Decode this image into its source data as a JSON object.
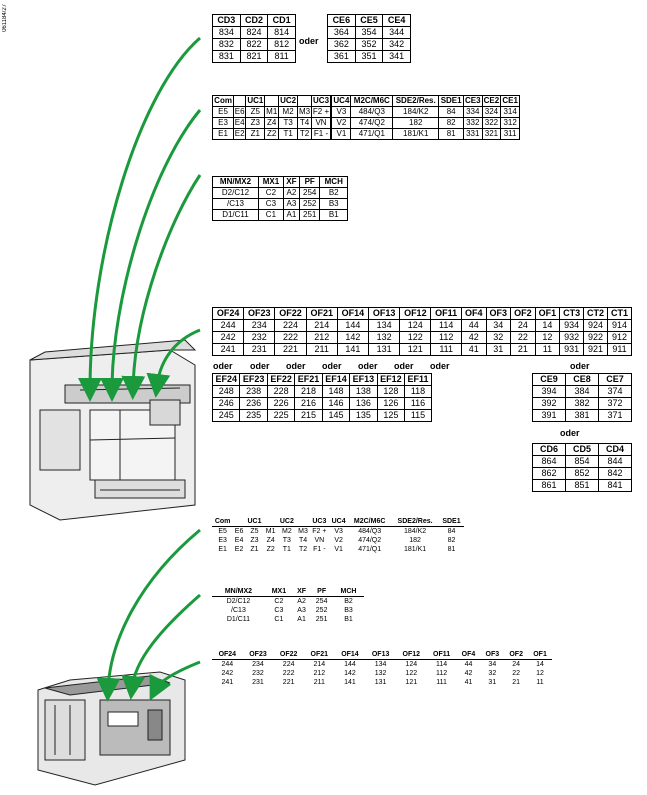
{
  "doc_ref": "061184/27",
  "oder": "oder",
  "t_cd": {
    "rows": [
      [
        "CD3",
        "CD2",
        "CD1"
      ],
      [
        "834",
        "824",
        "814"
      ],
      [
        "832",
        "822",
        "812"
      ],
      [
        "831",
        "821",
        "811"
      ]
    ]
  },
  "t_ce": {
    "rows": [
      [
        "CE6",
        "CE5",
        "CE4"
      ],
      [
        "364",
        "354",
        "344"
      ],
      [
        "362",
        "352",
        "342"
      ],
      [
        "361",
        "351",
        "341"
      ]
    ]
  },
  "t_com1": {
    "rows": [
      [
        "Com",
        "",
        "UC1",
        "",
        "UC2",
        "",
        "UC3",
        "",
        "UC4",
        "M2C/M6C",
        "SDE2/Res.",
        "SDE1",
        "CE3",
        "CE2",
        "CE1"
      ],
      [
        "E5",
        "E6",
        "Z5",
        "M1",
        "M2",
        "M3",
        "F2 +",
        "",
        "V3",
        "484/Q3",
        "184/K2",
        "84",
        "334",
        "324",
        "314"
      ],
      [
        "E3",
        "E4",
        "Z3",
        "Z4",
        "T3",
        "T4",
        "VN",
        "",
        "V2",
        "474/Q2",
        "182",
        "82",
        "332",
        "322",
        "312"
      ],
      [
        "E1",
        "E2",
        "Z1",
        "Z2",
        "T1",
        "T2",
        "F1 -",
        "",
        "V1",
        "471/Q1",
        "181/K1",
        "81",
        "331",
        "321",
        "311"
      ]
    ]
  },
  "t_mn1": {
    "rows": [
      [
        "MN/MX2",
        "MX1",
        "XF",
        "PF",
        "MCH"
      ],
      [
        "D2/C12",
        "C2",
        "A2",
        "254",
        "B2"
      ],
      [
        "/C13",
        "C3",
        "A3",
        "252",
        "B3"
      ],
      [
        "D1/C11",
        "C1",
        "A1",
        "251",
        "B1"
      ]
    ]
  },
  "t_of1": {
    "rows": [
      [
        "OF24",
        "OF23",
        "OF22",
        "OF21",
        "OF14",
        "OF13",
        "OF12",
        "OF11",
        "OF4",
        "OF3",
        "OF2",
        "OF1",
        "CT3",
        "CT2",
        "CT1"
      ],
      [
        "244",
        "234",
        "224",
        "214",
        "144",
        "134",
        "124",
        "114",
        "44",
        "34",
        "24",
        "14",
        "934",
        "924",
        "914"
      ],
      [
        "242",
        "232",
        "222",
        "212",
        "142",
        "132",
        "122",
        "112",
        "42",
        "32",
        "22",
        "12",
        "932",
        "922",
        "912"
      ],
      [
        "241",
        "231",
        "221",
        "211",
        "141",
        "131",
        "121",
        "111",
        "41",
        "31",
        "21",
        "11",
        "931",
        "921",
        "911"
      ]
    ]
  },
  "t_ef": {
    "rows": [
      [
        "EF24",
        "EF23",
        "EF22",
        "EF21",
        "EF14",
        "EF13",
        "EF12",
        "EF11"
      ],
      [
        "248",
        "238",
        "228",
        "218",
        "148",
        "138",
        "128",
        "118"
      ],
      [
        "246",
        "236",
        "226",
        "216",
        "146",
        "136",
        "126",
        "116"
      ],
      [
        "245",
        "235",
        "225",
        "215",
        "145",
        "135",
        "125",
        "115"
      ]
    ]
  },
  "t_ce9": {
    "rows": [
      [
        "CE9",
        "CE8",
        "CE7"
      ],
      [
        "394",
        "384",
        "374"
      ],
      [
        "392",
        "382",
        "372"
      ],
      [
        "391",
        "381",
        "371"
      ]
    ]
  },
  "t_cd6": {
    "rows": [
      [
        "CD6",
        "CD5",
        "CD4"
      ],
      [
        "864",
        "854",
        "844"
      ],
      [
        "862",
        "852",
        "842"
      ],
      [
        "861",
        "851",
        "841"
      ]
    ]
  },
  "t_com2": {
    "rows": [
      [
        "Com",
        "",
        "UC1",
        "",
        "UC2",
        "",
        "UC3",
        "UC4",
        "M2C/M6C",
        "SDE2/Res.",
        "SDE1"
      ],
      [
        "E5",
        "E6",
        "Z5",
        "M1",
        "M2",
        "M3",
        "F2 +",
        "V3",
        "484/Q3",
        "184/K2",
        "84"
      ],
      [
        "E3",
        "E4",
        "Z3",
        "Z4",
        "T3",
        "T4",
        "VN",
        "V2",
        "474/Q2",
        "182",
        "82"
      ],
      [
        "E1",
        "E2",
        "Z1",
        "Z2",
        "T1",
        "T2",
        "F1 -",
        "V1",
        "471/Q1",
        "181/K1",
        "81"
      ]
    ]
  },
  "t_mn2": {
    "rows": [
      [
        "MN/MX2",
        "MX1",
        "XF",
        "PF",
        "MCH"
      ],
      [
        "D2/C12",
        "C2",
        "A2",
        "254",
        "B2"
      ],
      [
        "/C13",
        "C3",
        "A3",
        "252",
        "B3"
      ],
      [
        "D1/C11",
        "C1",
        "A1",
        "251",
        "B1"
      ]
    ]
  },
  "t_of2": {
    "rows": [
      [
        "OF24",
        "OF23",
        "OF22",
        "OF21",
        "OF14",
        "OF13",
        "OF12",
        "OF11",
        "OF4",
        "OF3",
        "OF2",
        "OF1"
      ],
      [
        "244",
        "234",
        "224",
        "214",
        "144",
        "134",
        "124",
        "114",
        "44",
        "34",
        "24",
        "14"
      ],
      [
        "242",
        "232",
        "222",
        "212",
        "142",
        "132",
        "122",
        "112",
        "42",
        "32",
        "22",
        "12"
      ],
      [
        "241",
        "231",
        "221",
        "211",
        "141",
        "131",
        "121",
        "111",
        "41",
        "31",
        "21",
        "11"
      ]
    ]
  },
  "arrow_color": "#1a9a3c"
}
